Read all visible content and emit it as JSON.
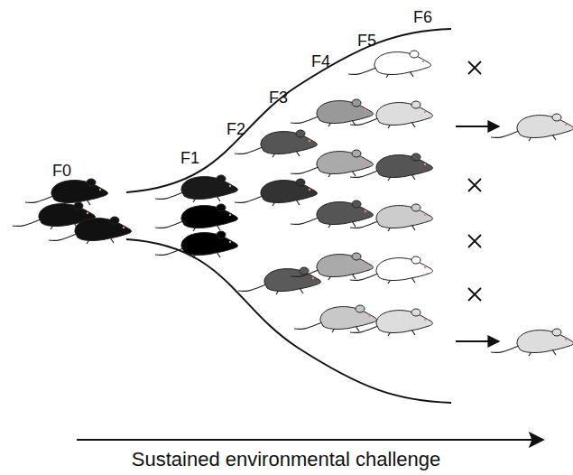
{
  "diagram": {
    "labels": [
      "F0",
      "F1",
      "F2",
      "F3",
      "F4",
      "F5",
      "F6",
      "Sustained environmental challenge"
    ]
  }
}
